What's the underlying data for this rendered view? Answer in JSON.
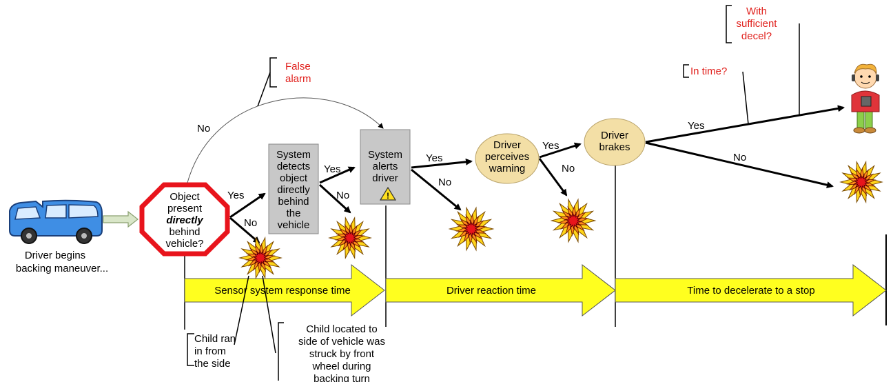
{
  "start_label": [
    "Driver begins",
    "backing maneuver..."
  ],
  "decision_label": [
    "Object",
    "present",
    "directly",
    "behind",
    "vehicle?"
  ],
  "detect_box": [
    "System",
    "detects",
    "object",
    "directly",
    "behind",
    "the",
    "vehicle"
  ],
  "alert_box": [
    "System",
    "alerts",
    "driver"
  ],
  "perceive_node": [
    "Driver",
    "perceives",
    "warning"
  ],
  "brakes_node": [
    "Driver",
    "brakes"
  ],
  "branch_labels": {
    "no_top": "No",
    "yes_detect": "Yes",
    "no_detect": "No",
    "yes_alert": "Yes",
    "no_alert": "No",
    "yes_perceive": "Yes",
    "no_perceive": "No",
    "yes_brake": "Yes",
    "no_brake": "No",
    "yes_final": "Yes",
    "no_final": "No"
  },
  "callouts": {
    "false_alarm": [
      "False",
      "alarm"
    ],
    "in_time": [
      "In time?"
    ],
    "sufficient_decel": [
      "With",
      "sufficient",
      "decel?"
    ],
    "child_side": [
      "Child ran",
      "in from",
      "the side"
    ],
    "child_wheel": [
      "Child located to",
      "side of vehicle was",
      "struck by  front",
      "wheel during",
      "backing turn"
    ]
  },
  "timeline": {
    "sensor": "Sensor system response time",
    "reaction": "Driver reaction time",
    "decel": "Time to decelerate to a stop"
  },
  "colors": {
    "timeline_fill": "#ffff1f",
    "stop_red": "#e8141c",
    "box_gray": "#c8c8c8",
    "node_tan": "#f3dfa6",
    "callout_red": "#e0201c"
  }
}
